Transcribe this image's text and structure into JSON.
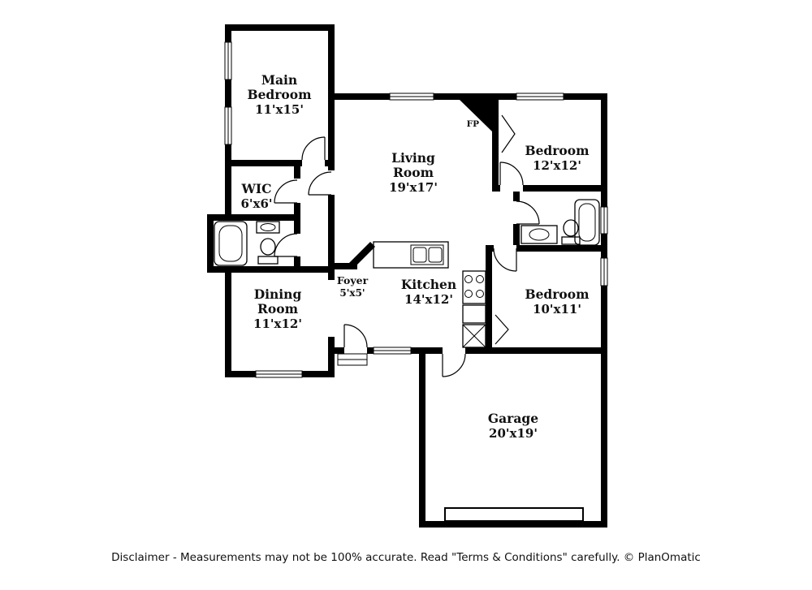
{
  "canvas": {
    "background": "#ffffff",
    "wall_color": "#000000"
  },
  "labels": {
    "main_bedroom": {
      "line1": "Main",
      "line2": "Bedroom",
      "dims": "11'x15'"
    },
    "wic": {
      "line1": "WIC",
      "dims": "6'x6'"
    },
    "living_room": {
      "line1": "Living",
      "line2": "Room",
      "dims": "19'x17'"
    },
    "bedroom_upper": {
      "line1": "Bedroom",
      "dims": "12'x12'"
    },
    "dining_room": {
      "line1": "Dining",
      "line2": "Room",
      "dims": "11'x12'"
    },
    "foyer": {
      "line1": "Foyer",
      "dims": "5'x5'"
    },
    "kitchen": {
      "line1": "Kitchen",
      "dims": "14'x12'"
    },
    "bedroom_lower": {
      "line1": "Bedroom",
      "dims": "10'x11'"
    },
    "garage": {
      "line1": "Garage",
      "dims": "20'x19'"
    },
    "fireplace": {
      "abbr": "FP"
    }
  },
  "footer": {
    "disclaimer": "Disclaimer - Measurements may not be 100% accurate. Read \"Terms & Conditions\" carefully. © PlanOmatic"
  }
}
